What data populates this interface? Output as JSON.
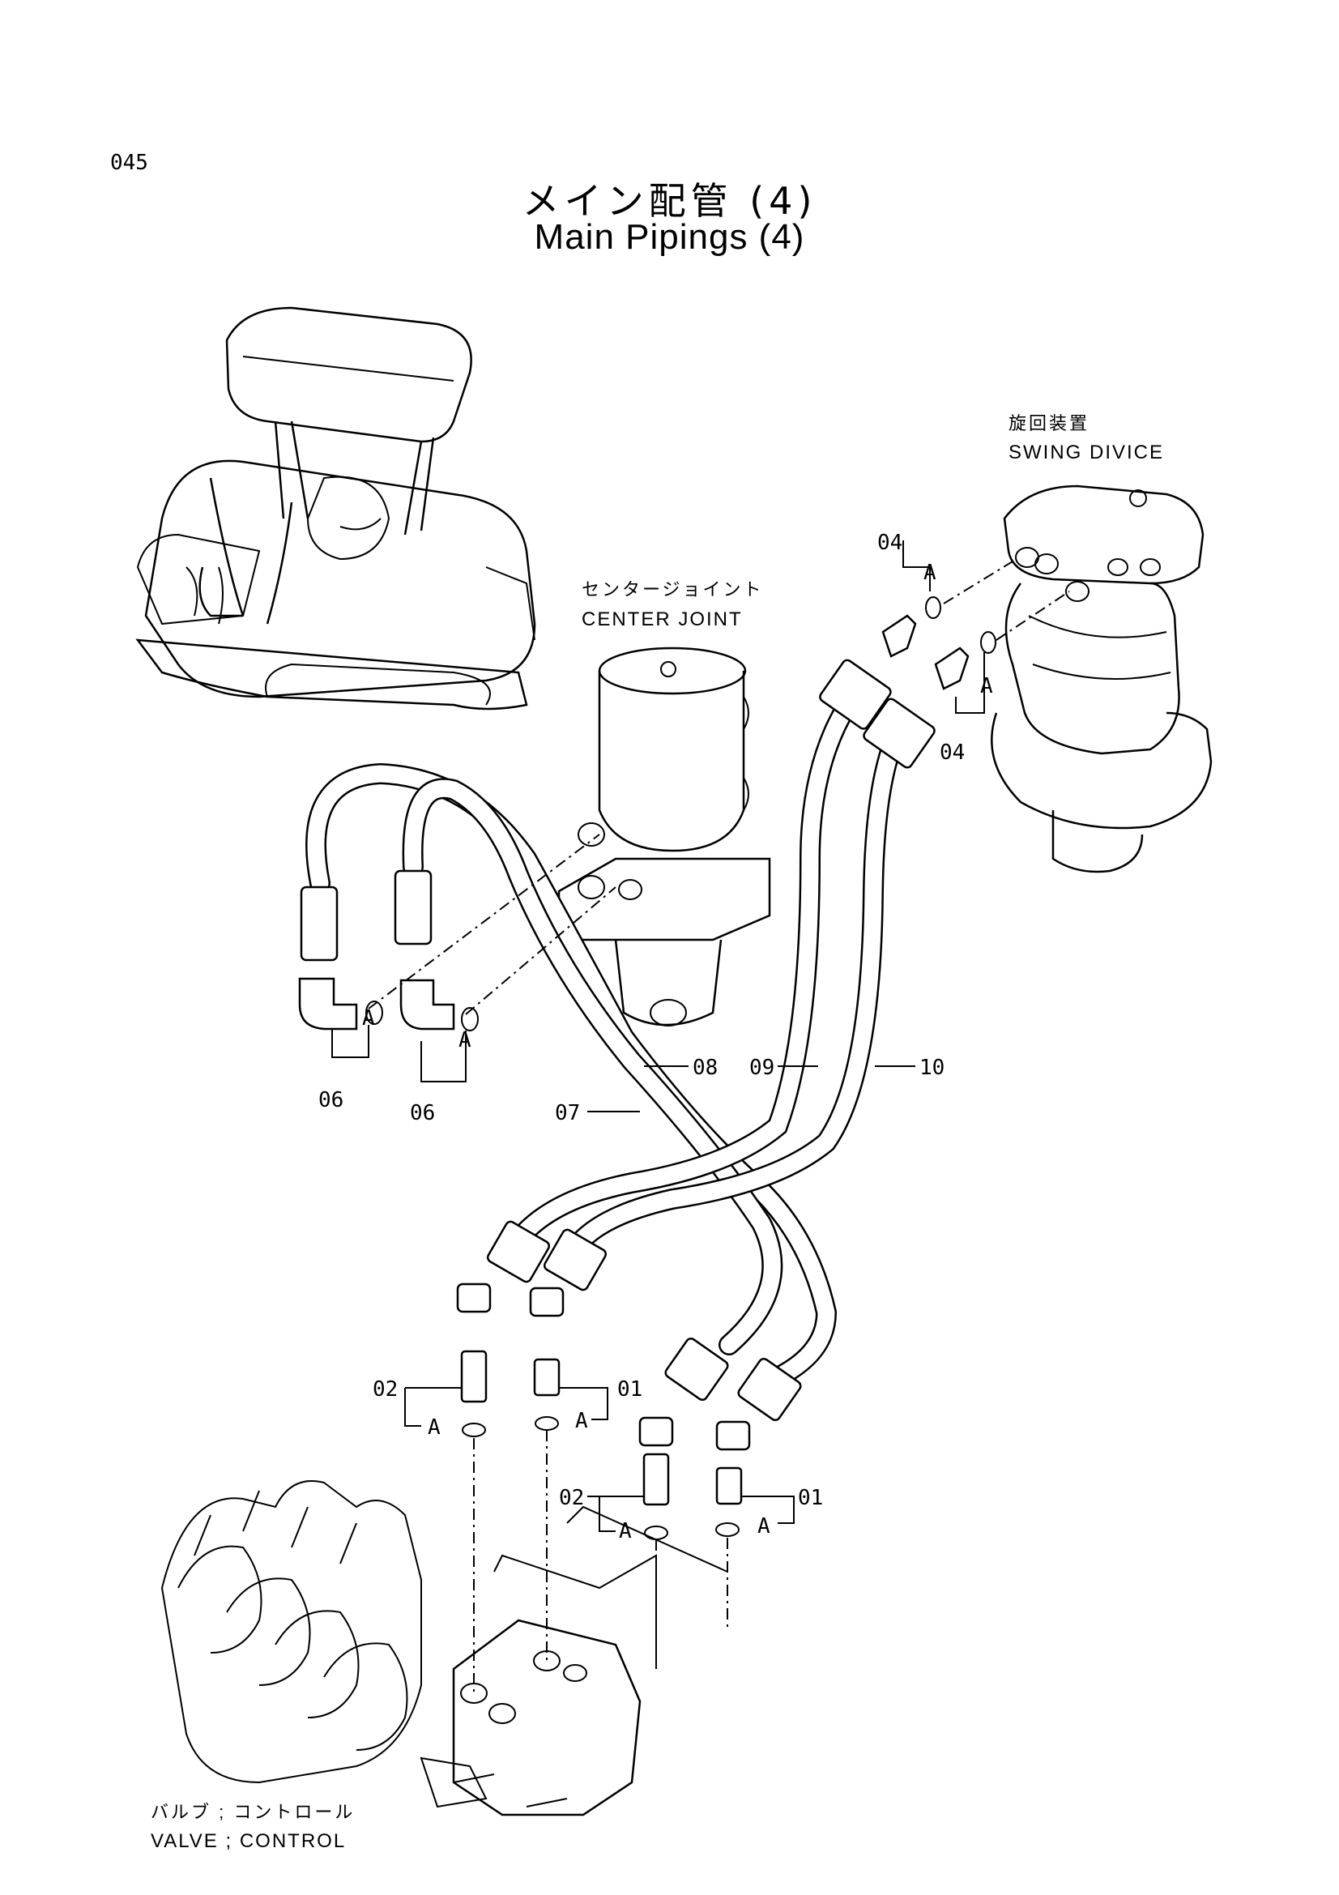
{
  "page_number": "045",
  "title_jp": "メイン配管 (4)",
  "title_en": "Main Pipings (4)",
  "components": {
    "swing_device": {
      "jp": "旋回装置",
      "en": "SWING DIVICE"
    },
    "center_joint": {
      "jp": "センタージョイント",
      "en": "CENTER JOINT"
    },
    "control_valve": {
      "jp": "バルブ ; コントロール",
      "en": "VALVE ; CONTROL"
    }
  },
  "part_labels": {
    "p04_top": "04",
    "p04_bottom": "04",
    "p06_left": "06",
    "p06_right": "06",
    "p07": "07",
    "p08": "08",
    "p09": "09",
    "p10": "10",
    "p02_upper": "02",
    "p01_upper": "01",
    "p02_lower": "02",
    "p01_lower": "01"
  },
  "oring_labels": {
    "a1": "A",
    "a2": "A",
    "a3": "A",
    "a4": "A",
    "a5": "A",
    "a6": "A",
    "a7": "A",
    "a8": "A"
  }
}
